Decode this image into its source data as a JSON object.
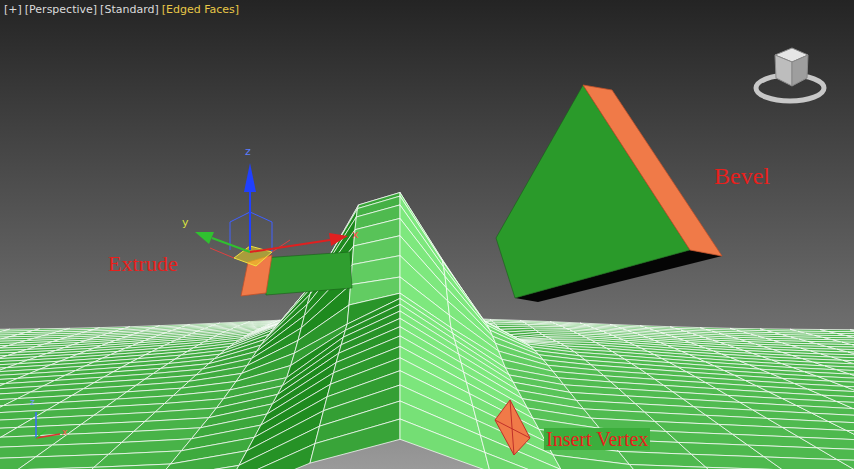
{
  "diagram": {
    "labels": [
      "[+]",
      "[Perspective]",
      "[Standard]",
      "[Edged Faces]",
      "z",
      "y",
      "x",
      "Extrude",
      "Bevel",
      "Insert Vertex",
      "z",
      "x"
    ]
  }
}
